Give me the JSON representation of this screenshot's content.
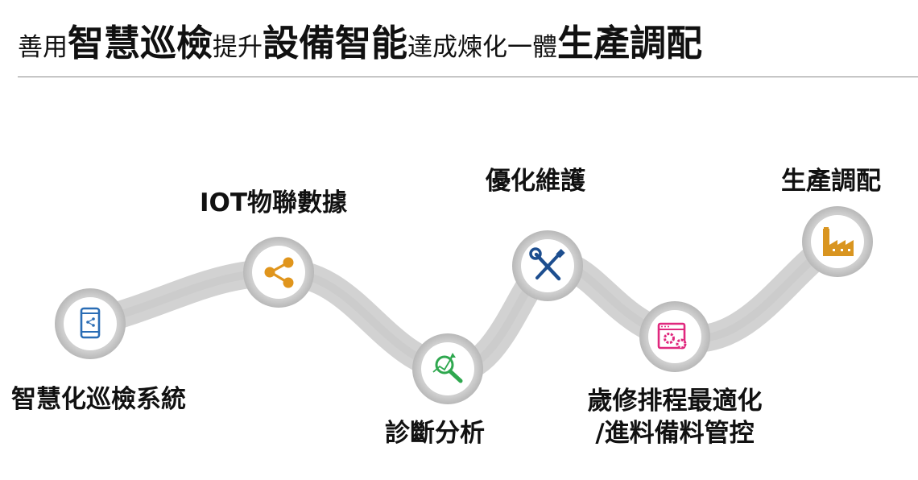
{
  "title": {
    "p1": "善用",
    "p2": "智慧巡檢",
    "p3": "提升",
    "p4": "設備智能",
    "p5": "達成煉化一體",
    "p6": "生產調配"
  },
  "steps": [
    {
      "label": "智慧化巡檢系統",
      "icon": "mobile-share-icon",
      "color": "#2a6db5"
    },
    {
      "label": "IOT物聯數據",
      "icon": "share-icon",
      "color": "#e0951c"
    },
    {
      "label": "診斷分析",
      "icon": "magnifier-trend-icon",
      "color": "#2fa84f"
    },
    {
      "label": "優化維護",
      "icon": "wrench-screwdriver-icon",
      "color": "#1d4e8f"
    },
    {
      "label": "歲修排程最適化",
      "label2": "/進料備料管控",
      "icon": "browser-gears-icon",
      "color": "#e0287e"
    },
    {
      "label": "生產調配",
      "icon": "factory-icon",
      "color": "#d99520"
    }
  ]
}
